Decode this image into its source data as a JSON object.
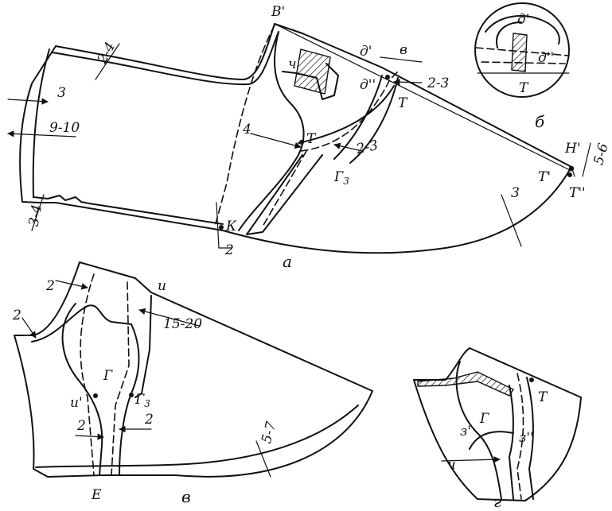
{
  "figure_a": {
    "label": "а",
    "points": {
      "b1": "В'",
      "d1": "д'",
      "d2": "д''",
      "v": "в",
      "t": "Т",
      "t_mid": "Т",
      "h1": "Н'",
      "t1": "Т'",
      "t2": "Т''",
      "k": "К",
      "ch": "ч",
      "g3": "Г",
      "g3_sub": "3"
    },
    "dims": {
      "top": "2-4",
      "left_inner": "3",
      "left_outer": "9-10",
      "bottom_left": "3-4",
      "mid_ch": "4",
      "mid_right": "2-3",
      "right_top": "2-3",
      "right_vert": "5-6",
      "bottom_curve": "3",
      "k_dim": "2"
    }
  },
  "figure_b": {
    "label": "б",
    "points": {
      "d1": "д'",
      "d2": "д''",
      "t": "Т"
    }
  },
  "figure_v": {
    "label": "в",
    "points": {
      "u": "и",
      "u1": "и'",
      "g": "Г",
      "g3": "Г",
      "g3_sub": "3",
      "e": "Е"
    },
    "dims": {
      "left_top": "2",
      "top": "2",
      "u_dim": "15-20",
      "mid_left": "2",
      "mid_right": "2",
      "right_curve": "5-7"
    }
  },
  "figure_g": {
    "label": "г",
    "points": {
      "t": "Т",
      "g": "Г",
      "z1": "з'",
      "z2": "з''",
      "ch": "ч"
    }
  }
}
